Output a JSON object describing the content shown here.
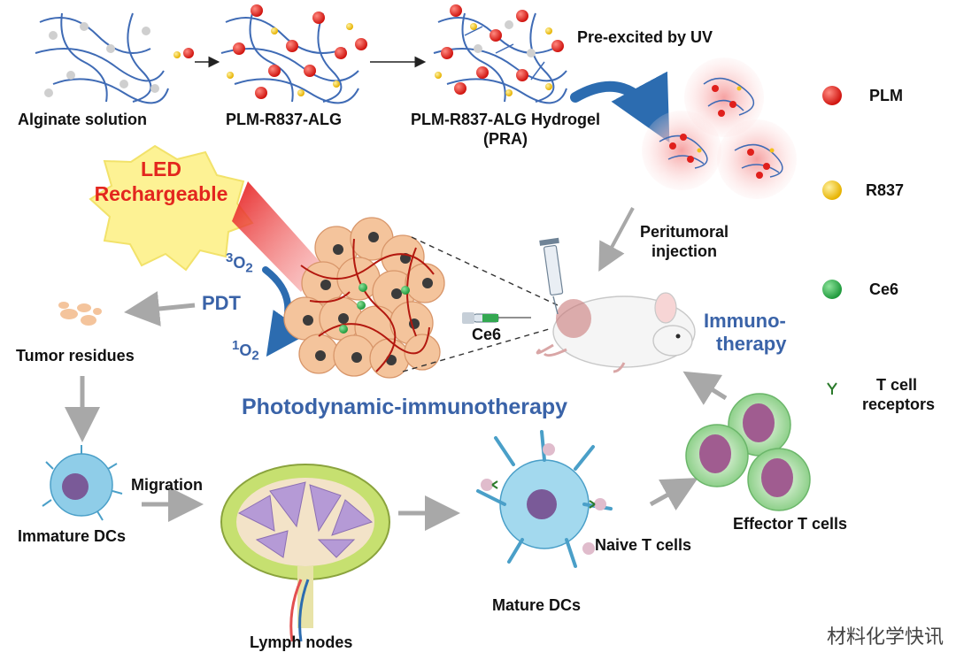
{
  "steps": {
    "alginate": "Alginate solution",
    "plm_r837_alg": "PLM-R837-ALG",
    "hydrogel_line1": "PLM-R837-ALG Hydrogel",
    "hydrogel_line2": "(PRA)",
    "pre_excited": "Pre-excited by UV",
    "injection_line1": "Peritumoral",
    "injection_line2": "injection"
  },
  "led": {
    "line1": "LED",
    "line2": "Rechargeable"
  },
  "pdt": {
    "label": "PDT",
    "oxygen_triplet_sup": "3",
    "oxygen_triplet_base": "O",
    "oxygen_triplet_sub": "2",
    "oxygen_singlet_sup": "1",
    "oxygen_singlet_base": "O",
    "oxygen_singlet_sub": "2"
  },
  "ce6_syringe": "Ce6",
  "tumor_residues": "Tumor residues",
  "title": "Photodynamic-immunotherapy",
  "immuno_line1": "Immuno-",
  "immuno_line2": "therapy",
  "immune": {
    "immature": "Immature DCs",
    "migration": "Migration",
    "lymph": "Lymph nodes",
    "mature": "Mature DCs",
    "naive": "Naive T cells",
    "effector": "Effector T cells"
  },
  "legend": {
    "plm": "PLM",
    "r837": "R837",
    "ce6": "Ce6",
    "tcr_line1": "T cell",
    "tcr_line2": "receptors"
  },
  "colors": {
    "plm": "#e0201c",
    "r837": "#f3c21a",
    "ce6": "#2aa84a",
    "tcr": "#2b7a2b",
    "accent_blue": "#3a63a8",
    "led_red": "#e3261e"
  },
  "watermark": "材料化学快讯"
}
